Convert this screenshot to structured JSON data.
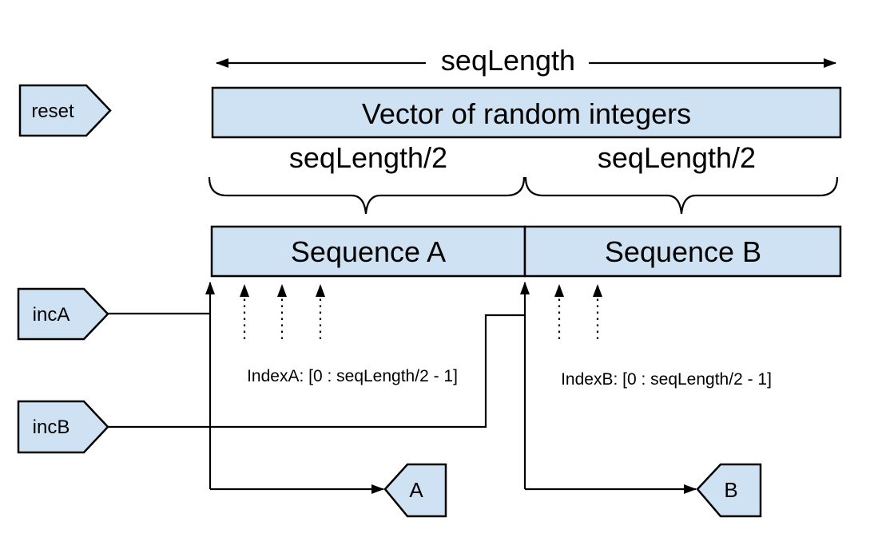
{
  "diagram": {
    "title_arrow": {
      "label": "seqLength"
    },
    "vector_box": {
      "label": "Vector of random integers"
    },
    "half_labels": {
      "left": "seqLength/2",
      "right": "seqLength/2"
    },
    "sequences": {
      "a": "Sequence A",
      "b": "Sequence B"
    },
    "index_annotations": {
      "a": "IndexA: [0 : seqLength/2 - 1]",
      "b": "IndexB: [0 : seqLength/2 - 1]"
    },
    "input_tags": {
      "reset": "reset",
      "inc_a": "incA",
      "inc_b": "incB"
    },
    "output_tags": {
      "a": "A",
      "b": "B"
    },
    "colors": {
      "node_fill": "#cfe2f3",
      "stroke": "#000000"
    }
  }
}
